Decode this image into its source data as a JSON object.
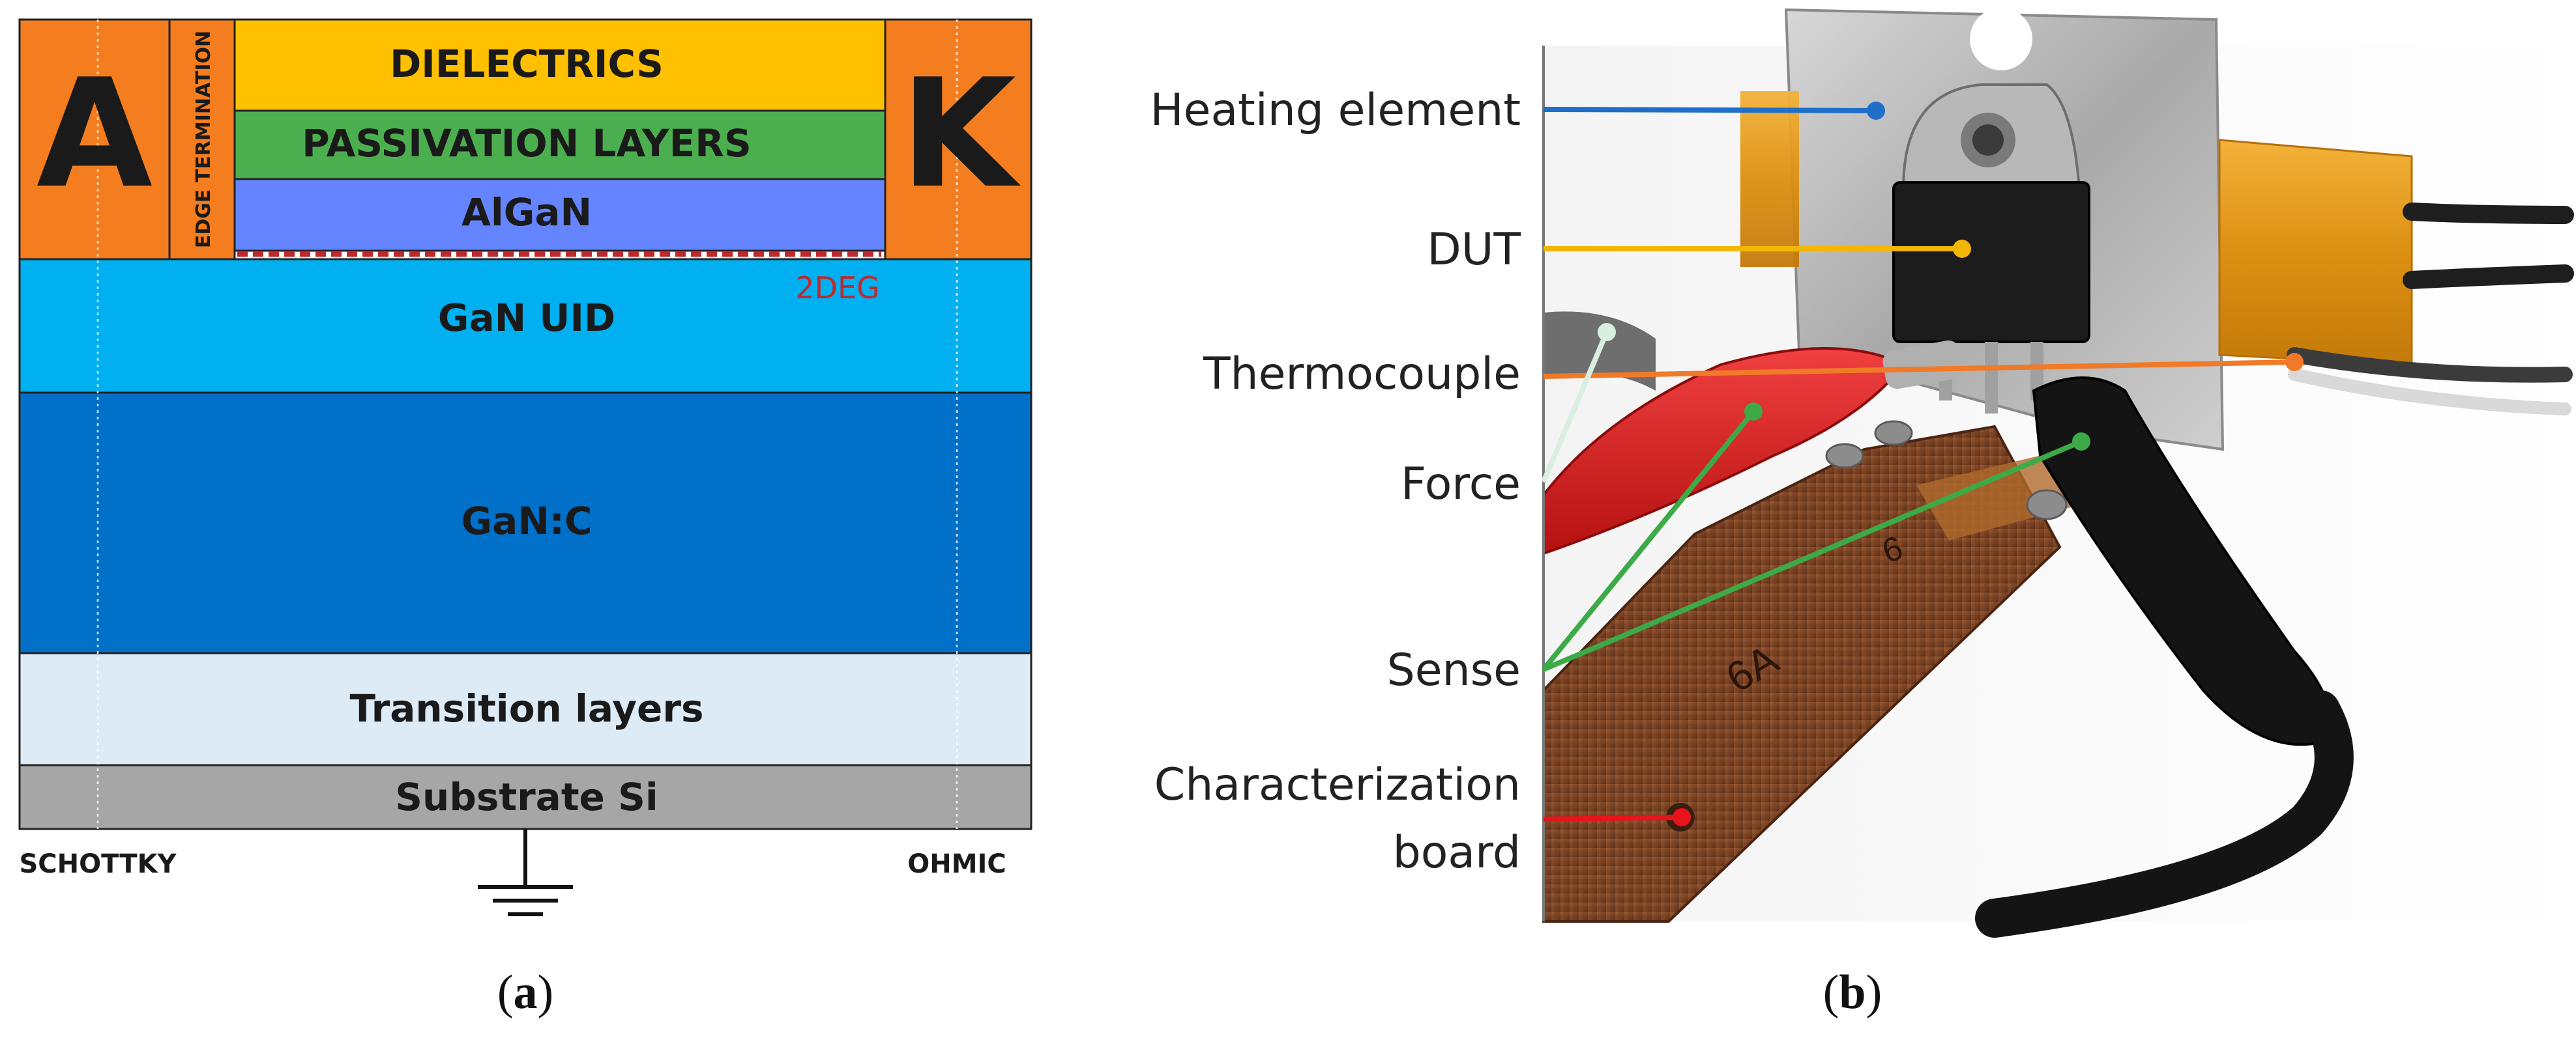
{
  "panel_a": {
    "anode": "A",
    "cathode": "K",
    "edge_termination": "EDGE TERMINATION",
    "layers": {
      "dielectrics": "DIELECTRICS",
      "passivation": "PASSIVATION LAYERS",
      "algan": "AlGaN",
      "gan_uid": "GaN UID",
      "gan_c": "GaN:C",
      "transition": "Transition layers",
      "substrate": "Substrate Si"
    },
    "twodeg": "2DEG",
    "schottky": "SCHOTTKY",
    "ohmic": "OHMIC",
    "caption_letter": "a",
    "colors": {
      "contact": "#F47D20",
      "dielectrics": "#FFC000",
      "passivation": "#4CAF4F",
      "algan": "#6485FF",
      "gan_uid": "#00B0F0",
      "gan_c": "#0070C8",
      "transition": "#DDEBF7",
      "substrate": "#A6A6A6",
      "twodeg": "#C0282D"
    }
  },
  "panel_b": {
    "labels": {
      "heating": "Heating element",
      "dut": "DUT",
      "thermocouple": "Thermocouple",
      "force": "Force",
      "sense": "Sense",
      "board_line1": "Characterization",
      "board_line2": "board"
    },
    "board_marks": {
      "mark1": "6",
      "mark2": "6A"
    },
    "caption_letter": "b",
    "colors": {
      "heating": "#1F6FC8",
      "dut": "#F2B705",
      "thermocouple": "#F07A28",
      "force": "#D8EFE0",
      "sense": "#3CAA46",
      "board": "#E8141C"
    }
  }
}
